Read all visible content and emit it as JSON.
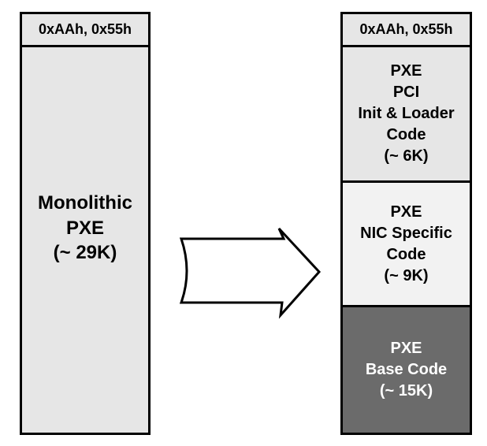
{
  "left_block": {
    "header": "0xAAh, 0x55h",
    "lines": [
      "Monolithic",
      "PXE",
      "(~ 29K)"
    ]
  },
  "right_block": {
    "header": "0xAAh, 0x55h",
    "sections": [
      {
        "lines": [
          "PXE",
          "PCI",
          "Init & Loader",
          "Code",
          "(~ 6K)"
        ],
        "fill": "#e6e6e6"
      },
      {
        "lines": [
          "PXE",
          "NIC Specific",
          "Code",
          "(~ 9K)"
        ],
        "fill": "#f2f2f2"
      },
      {
        "lines": [
          "PXE",
          "Base Code",
          "(~ 15K)"
        ],
        "fill": "#6b6b6b"
      }
    ]
  },
  "arrow": {
    "direction": "right"
  }
}
